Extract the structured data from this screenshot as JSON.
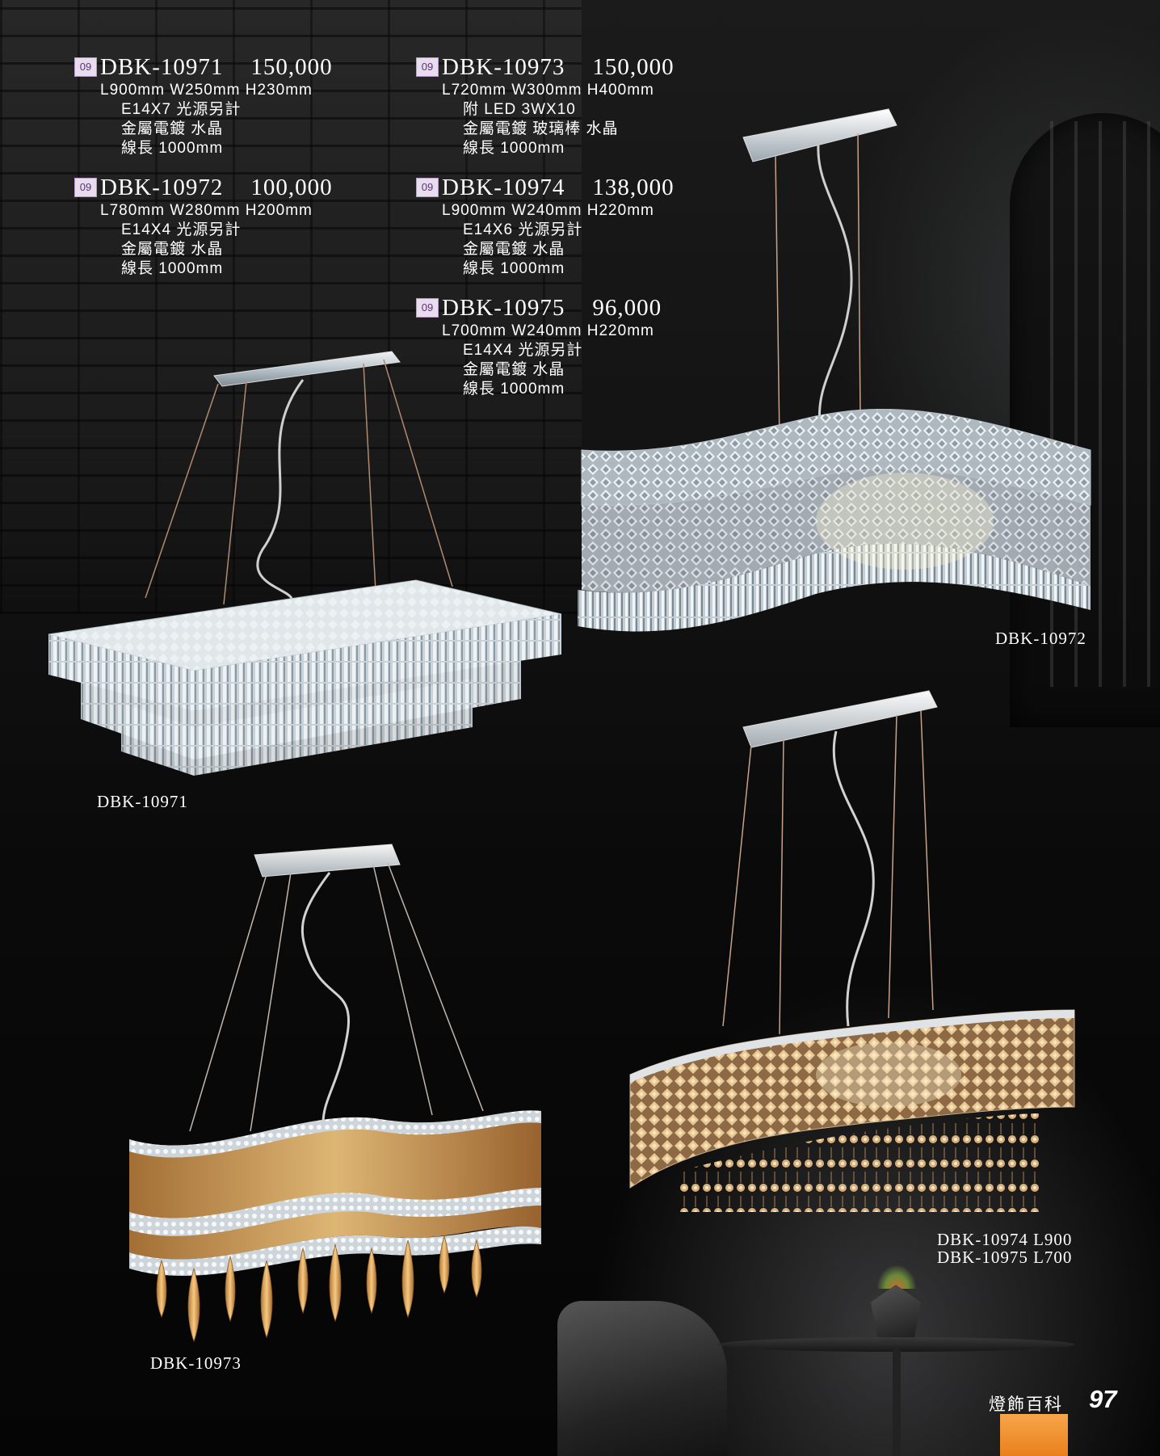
{
  "products": [
    {
      "tag": "09",
      "model": "DBK-10971",
      "price": "150,000",
      "dims": "L900mm  W250mm  H230mm",
      "specs": [
        "E14X7  光源另計",
        "金屬電鍍  水晶",
        "線長 1000mm"
      ]
    },
    {
      "tag": "09",
      "model": "DBK-10972",
      "price": "100,000",
      "dims": "L780mm  W280mm  H200mm",
      "specs": [
        "E14X4  光源另計",
        "金屬電鍍  水晶",
        "線長 1000mm"
      ]
    },
    {
      "tag": "09",
      "model": "DBK-10973",
      "price": "150,000",
      "dims": "L720mm  W300mm  H400mm",
      "specs": [
        "附 LED 3WX10",
        "金屬電鍍  玻璃棒  水晶",
        "線長 1000mm"
      ]
    },
    {
      "tag": "09",
      "model": "DBK-10974",
      "price": "138,000",
      "dims": "L900mm  W240mm  H220mm",
      "specs": [
        "E14X6  光源另計",
        "金屬電鍍  水晶",
        "線長 1000mm"
      ]
    },
    {
      "tag": "09",
      "model": "DBK-10975",
      "price": "96,000",
      "dims": "L700mm  W240mm  H220mm",
      "specs": [
        "E14X4  光源另計",
        "金屬電鍍  水晶",
        "線長 1000mm"
      ]
    }
  ],
  "captions": {
    "c10971": "DBK-10971",
    "c10972": "DBK-10972",
    "c10973": "DBK-10973",
    "c10974": "DBK-10974  L900",
    "c10975": "DBK-10975  L700"
  },
  "footer": {
    "label": "燈飾百科",
    "page": "97"
  },
  "colors": {
    "accent": "#f39a3a",
    "tag_bg": "#e9dcef",
    "text": "#ffffff",
    "background": "#000000"
  }
}
